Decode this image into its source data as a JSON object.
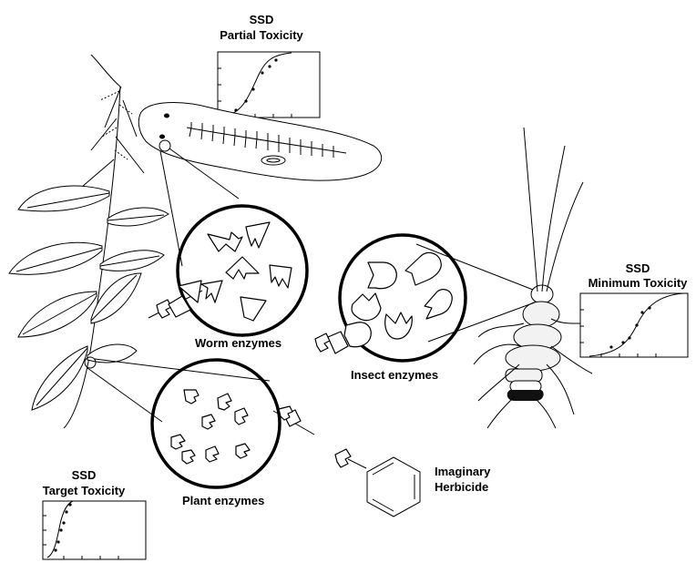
{
  "labels": {
    "ssd_partial": [
      "SSD",
      "Partial Toxicity"
    ],
    "ssd_minimum": [
      "SSD",
      "Minimum Toxicity"
    ],
    "ssd_target": [
      "SSD",
      "Target Toxicity"
    ],
    "worm_enzymes": "Worm enzymes",
    "insect_enzymes": "Insect enzymes",
    "plant_enzymes": "Plant enzymes",
    "herbicide": [
      "Imaginary",
      "Herbicide"
    ]
  }
}
